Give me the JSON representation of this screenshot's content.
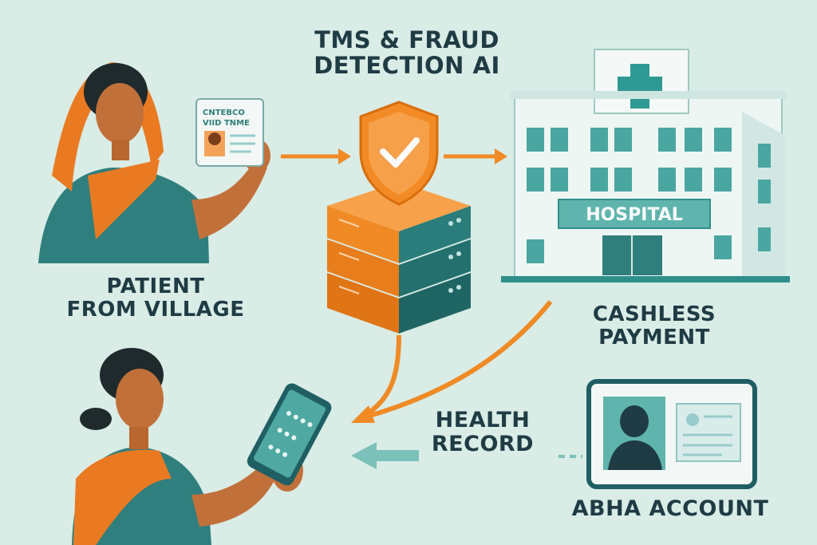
{
  "title": {
    "line1": "TMS & FRAUD",
    "line2": "DETECTION AI"
  },
  "patient_label": {
    "line1": "PATIENT",
    "line2": "FROM VILLAGE"
  },
  "id_card_text": {
    "line1": "CNTEBCO",
    "line2": "VIID TNME"
  },
  "hospital_sign": "HOSPITAL",
  "cashless_label": {
    "line1": "CASHLESS",
    "line2": "PAYMENT"
  },
  "health_record_label": {
    "line1": "HEALTH",
    "line2": "RECORD"
  },
  "abha_label": "ABHA ACCOUNT",
  "colors": {
    "background": "#d9ece6",
    "accent_orange": "#f08a24",
    "teal": "#2f8f8b",
    "dark_teal": "#1f5f63",
    "text": "#1f3b44"
  }
}
